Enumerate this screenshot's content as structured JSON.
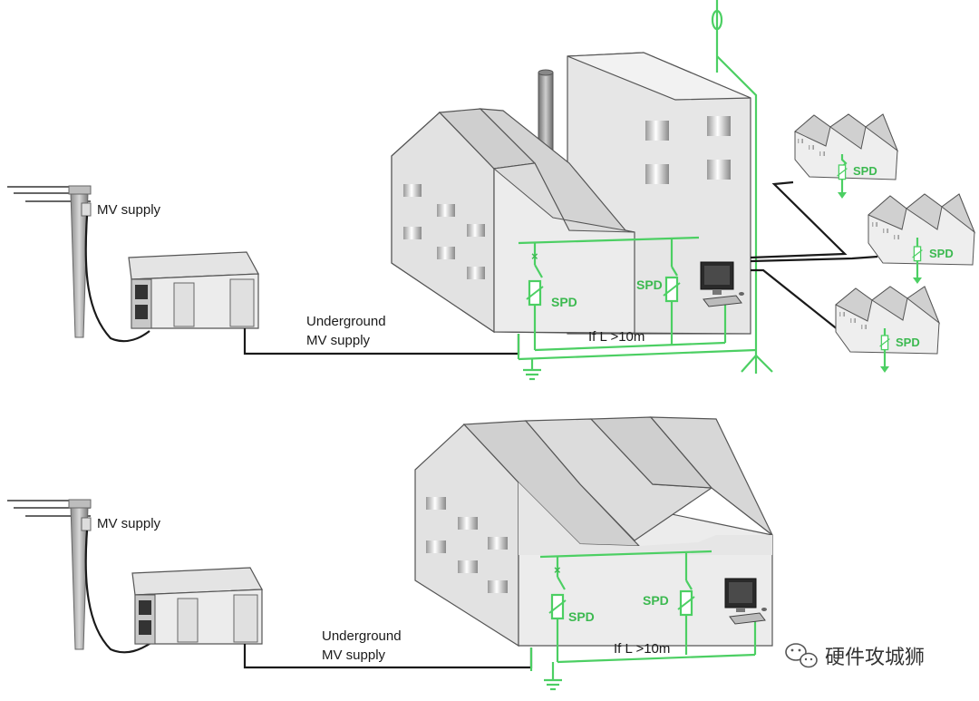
{
  "top": {
    "mv_label": "MV supply",
    "underground_line1": "Underground",
    "underground_line2": "MV supply",
    "spd_main": "SPD",
    "spd_right": "SPD",
    "distance": "If L >10m",
    "spd_sat1": "SPD",
    "spd_sat2": "SPD",
    "spd_sat3": "SPD"
  },
  "bottom": {
    "mv_label": "MV supply",
    "underground_line1": "Underground",
    "underground_line2": "MV supply",
    "spd_main": "SPD",
    "spd_right": "SPD",
    "distance": "If L >10m"
  },
  "watermark": {
    "icon": "wechat-icon",
    "text": "硬件攻城狮"
  },
  "colors": {
    "wire_green": "#4ccf63",
    "label_green": "#3cb950",
    "wire_black": "#1a1a1a",
    "building_grey": "#dcdcdc"
  }
}
